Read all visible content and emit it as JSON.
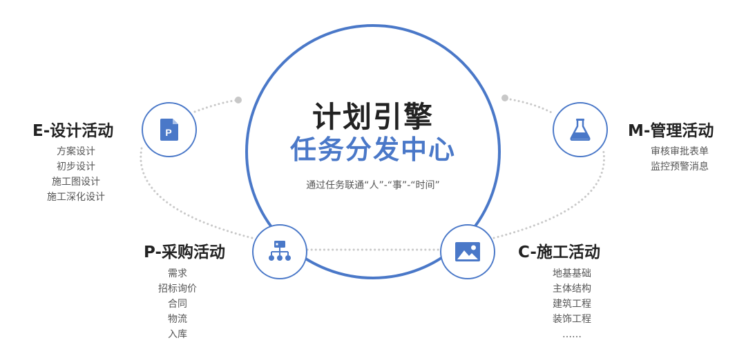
{
  "center": {
    "title_line1": "计划引擎",
    "title_line2": "任务分发中心",
    "subtitle": "通过任务联通“人”-“事”-“时间”"
  },
  "nodes": {
    "e": {
      "title": "E-设计活动",
      "items": [
        "方案设计",
        "初步设计",
        "施工图设计",
        "施工深化设计"
      ],
      "icon": "document-p-icon"
    },
    "m": {
      "title": "M-管理活动",
      "items": [
        "审核审批表单",
        "监控预警消息"
      ],
      "icon": "flask-icon"
    },
    "p": {
      "title": "P-采购活动",
      "items": [
        "需求",
        "招标询价",
        "合同",
        "物流",
        "入库"
      ],
      "icon": "hierarchy-icon"
    },
    "c": {
      "title": "C-施工活动",
      "items": [
        "地基基础",
        "主体结构",
        "建筑工程",
        "装饰工程",
        "……"
      ],
      "icon": "image-icon"
    }
  },
  "colors": {
    "accent": "#4a78c8",
    "dots": "#c8c8c8",
    "text": "#222222",
    "muted": "#555555"
  }
}
